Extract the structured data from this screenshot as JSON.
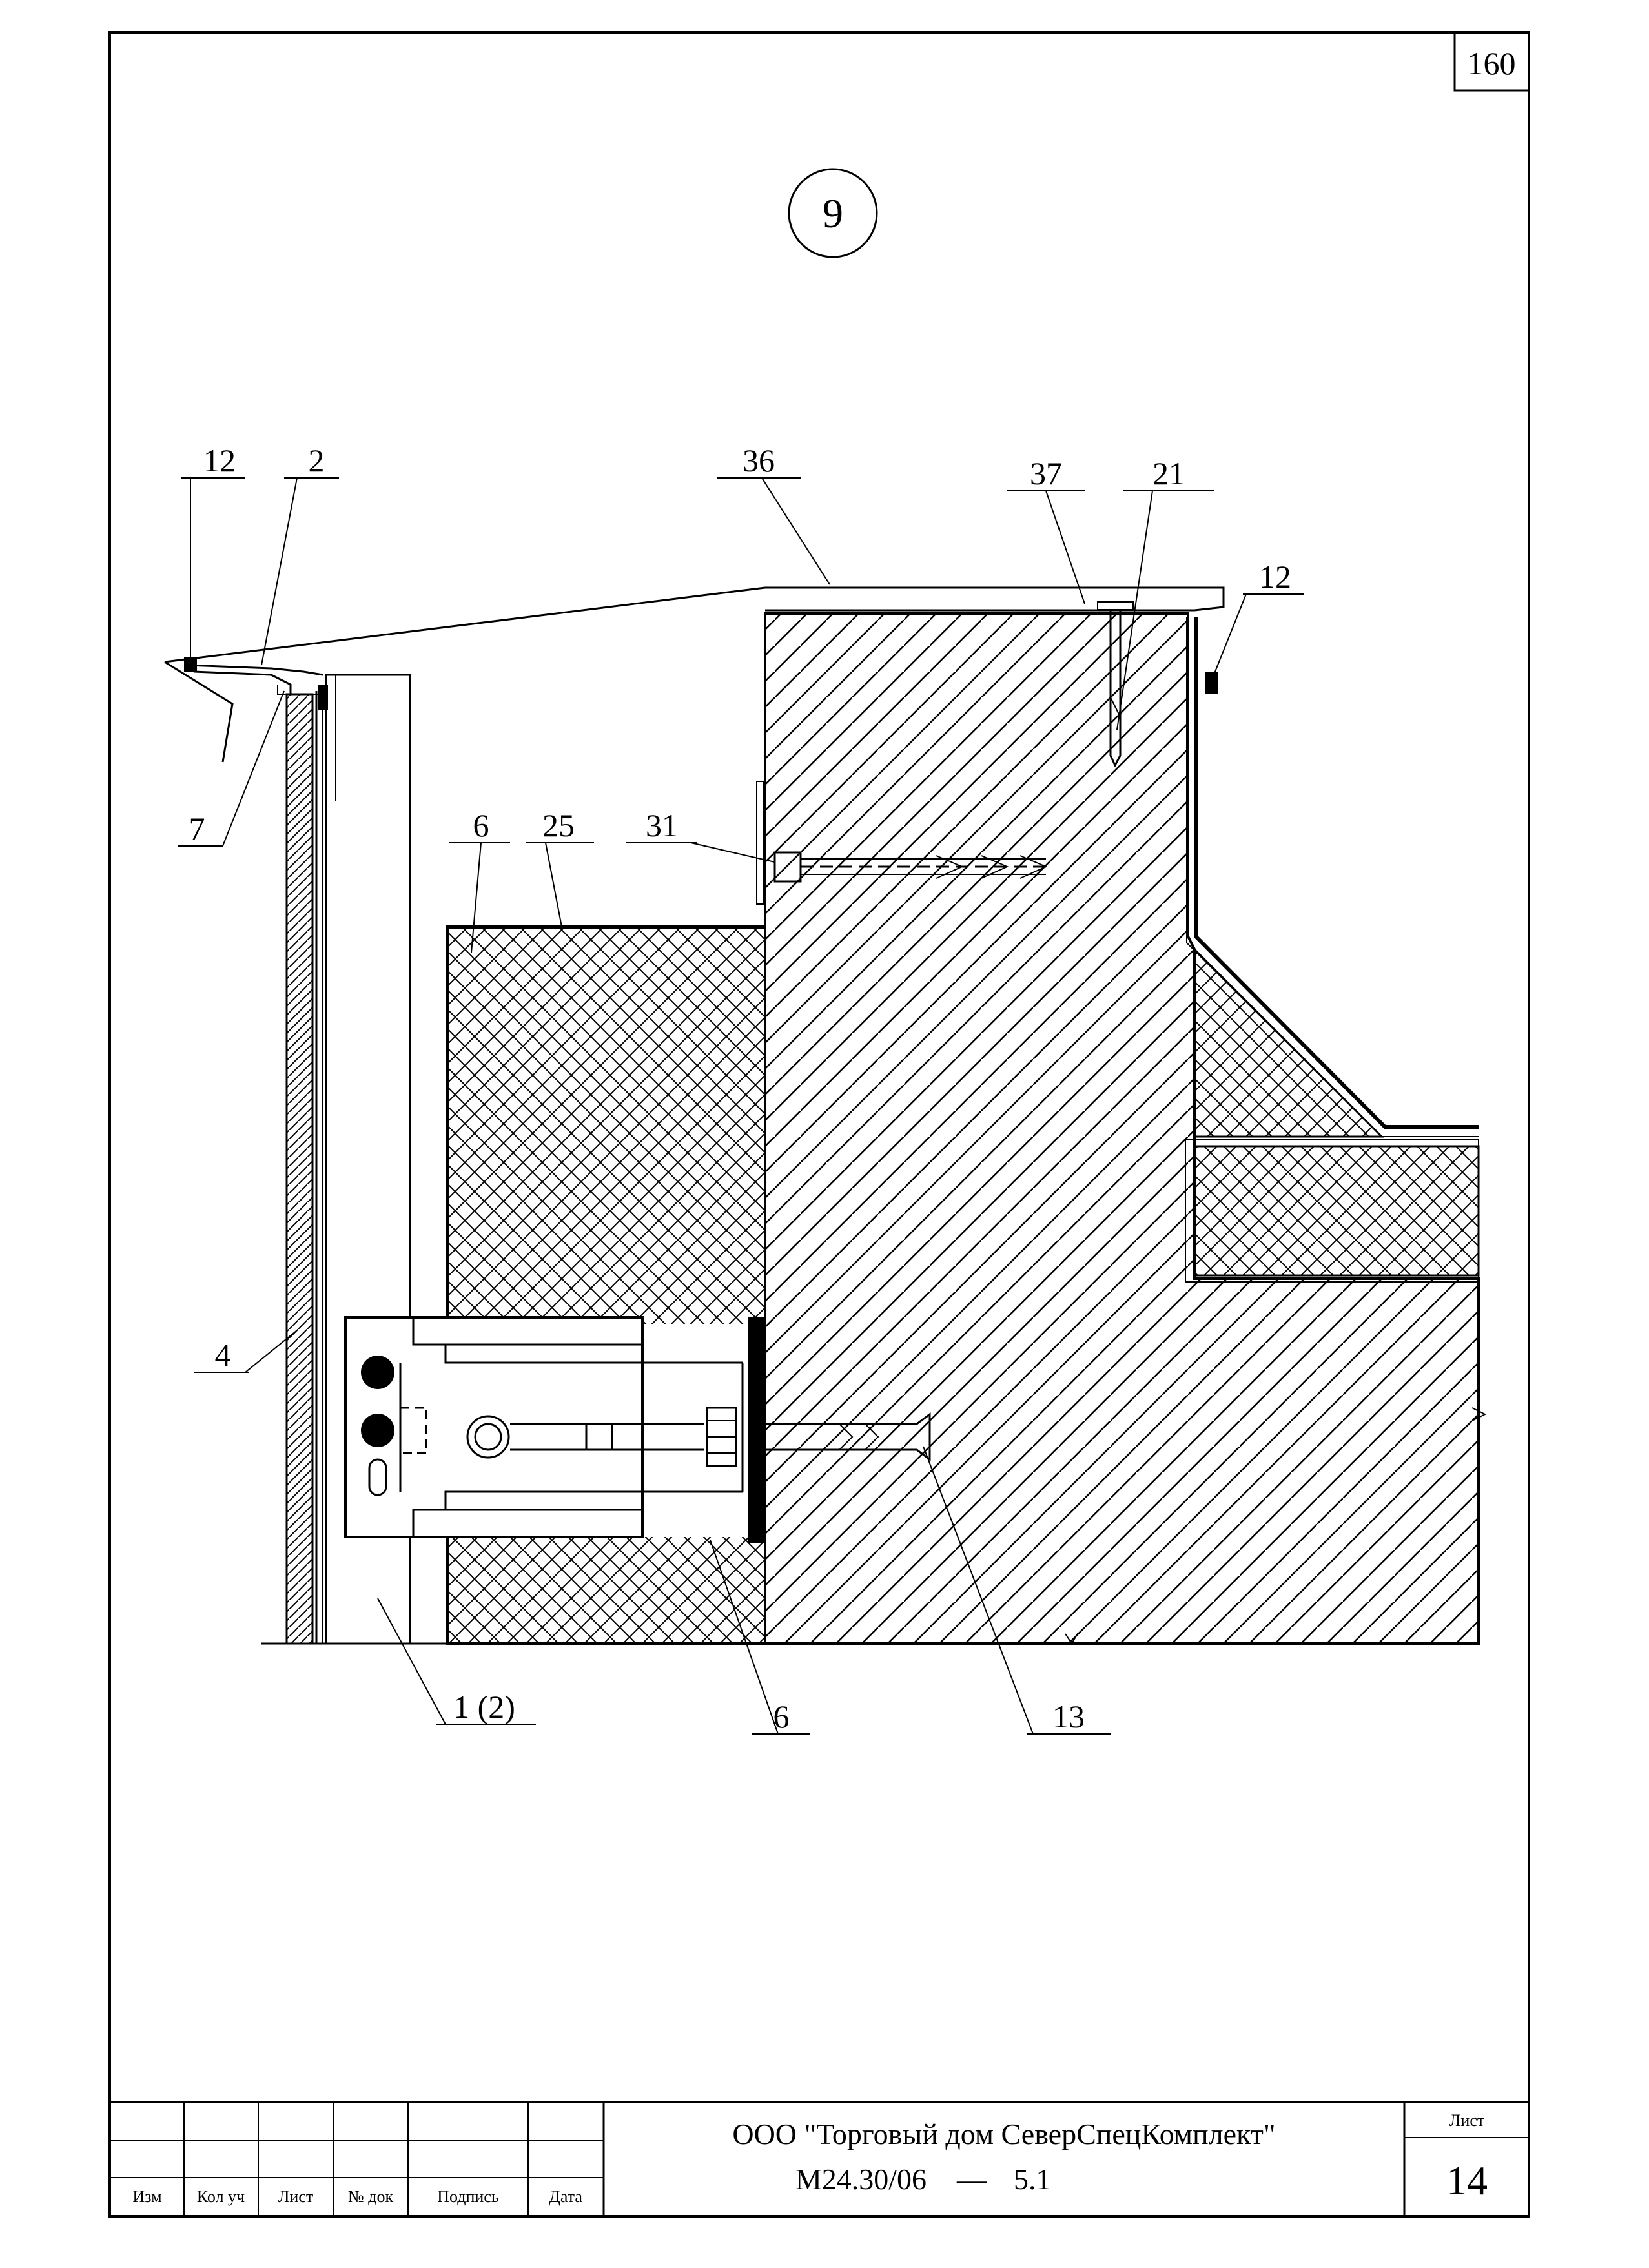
{
  "sheet_corner_number": "160",
  "detail_marker": "9",
  "callouts": {
    "c12_left": "12",
    "c2": "2",
    "c36": "36",
    "c37": "37",
    "c21": "21",
    "c12_right": "12",
    "c7": "7",
    "c6_top": "6",
    "c25": "25",
    "c31": "31",
    "c4": "4",
    "c1_2": "1 (2)",
    "c6_bottom": "6",
    "c13": "13"
  },
  "title_block": {
    "col_headers": [
      "Изм",
      "Кол уч",
      "Лист",
      "№ док",
      "Подпись",
      "Дата"
    ],
    "company": "ООО \"Торговый дом СеверСпецКомплект\"",
    "doc_code": "М24.30/06",
    "dash": "—",
    "doc_section": "5.1",
    "sheet_label": "Лист",
    "sheet_number": "14"
  },
  "colors": {
    "ink": "#000000",
    "paper": "#ffffff"
  }
}
